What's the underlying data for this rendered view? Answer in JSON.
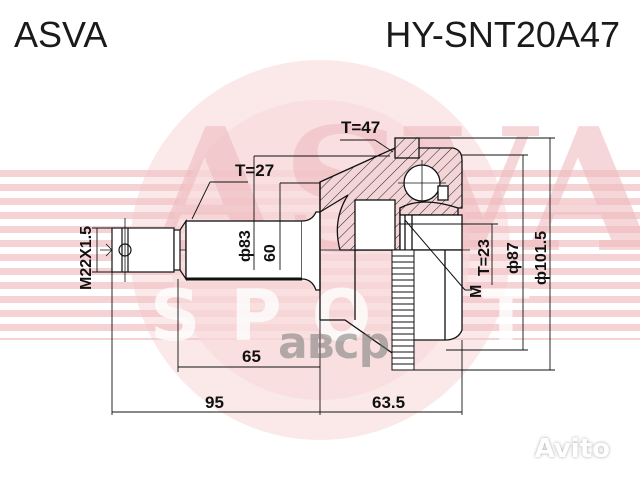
{
  "header": {
    "brand": "ASVA",
    "part_number": "HY-SNT20A47"
  },
  "watermarks": {
    "background_logo": "ASVA SPORT",
    "overlay_text": "aвср",
    "marketplace": "Avito"
  },
  "colors": {
    "watermark_red": "#e8a0a4",
    "watermark_light": "#f7dcdd",
    "line": "#111111",
    "text": "#111111"
  },
  "dimensions": {
    "thread": "M22X1.5",
    "spline_outer_teeth": "T=27",
    "abs_ring_teeth": "T=47",
    "inner_spline_teeth": "T=23",
    "shaft_diameter_1": "ф83",
    "shaft_diameter_2": "60",
    "inner_diameter": "ф87",
    "outer_diameter": "ф101.5",
    "seal_marker": "M",
    "length_shaft": "65",
    "length_total_shaft": "95",
    "length_housing": "63.5"
  }
}
